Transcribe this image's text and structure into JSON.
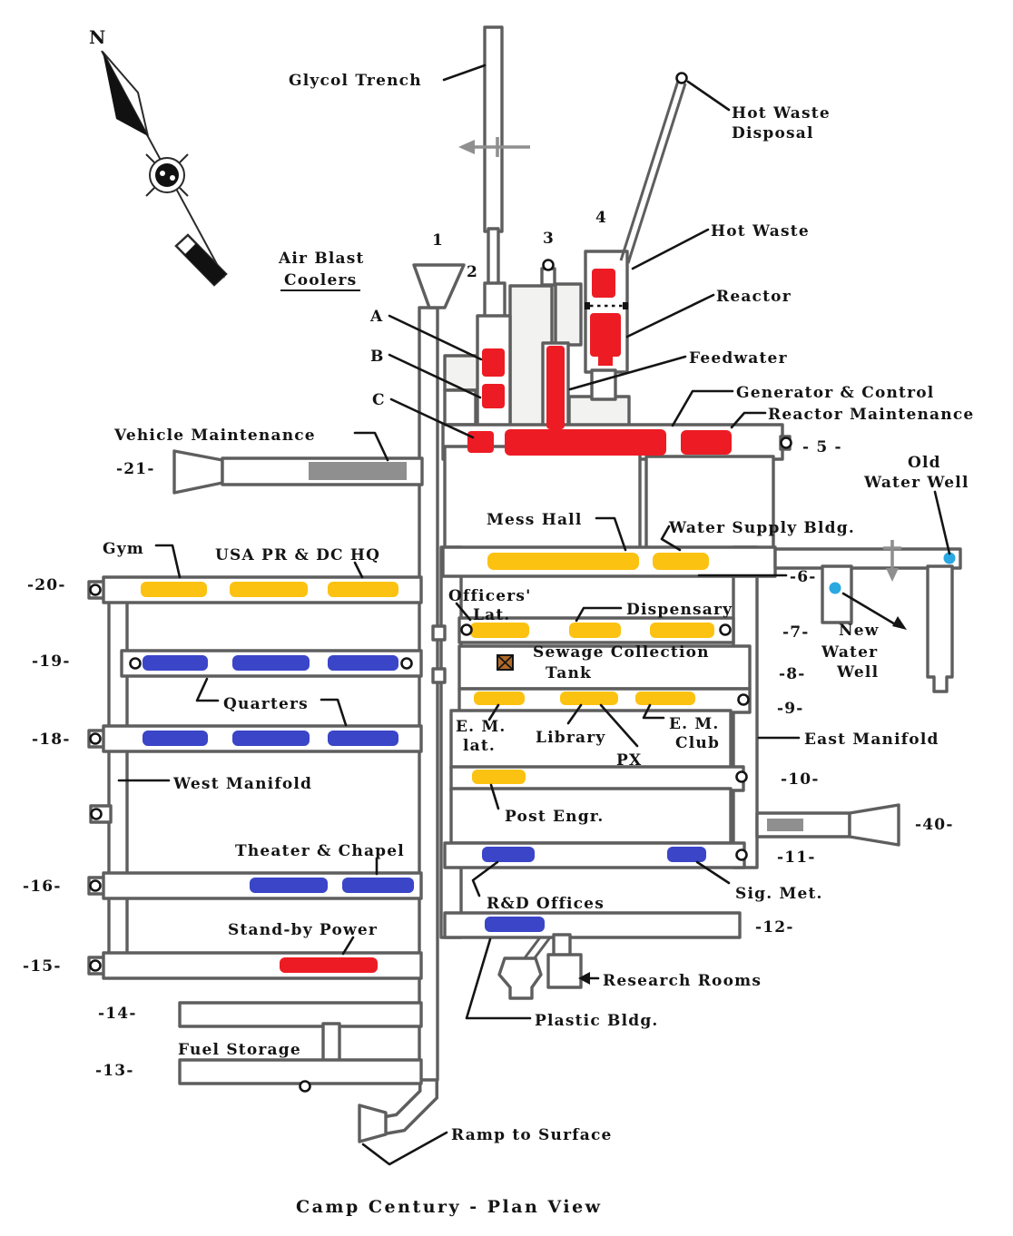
{
  "title": "Camp Century - Plan View",
  "colors": {
    "red": "#ed1c24",
    "yellow": "#fcc211",
    "blue": "#3a45c8",
    "gray": "#8f8f8f",
    "lightgray": "#f2f2f0",
    "outline": "#5e5e5e",
    "water_blue": "#29a8e2",
    "sewage_brown": "#b06a28"
  },
  "labels": {
    "north_n": "N",
    "glycol_trench": "Glycol Trench",
    "hot_waste_disposal_1": "Hot Waste",
    "hot_waste_disposal_2": "Disposal",
    "hot_waste": "Hot Waste",
    "reactor": "Reactor",
    "feedwater": "Feedwater",
    "generator_control": "Generator & Control",
    "reactor_maintenance": "Reactor Maintenance",
    "air_blast_1": "Air Blast",
    "air_blast_2": "Coolers",
    "a": "A",
    "b": "B",
    "c": "C",
    "num1": "1",
    "num2": "2",
    "num3": "3",
    "num4": "4",
    "vehicle_maintenance": "Vehicle Maintenance",
    "old_water_well_1": "Old",
    "old_water_well_2": "Water Well",
    "mess_hall": "Mess Hall",
    "water_supply": "Water Supply Bldg.",
    "gym": "Gym",
    "usa_pr_dc_hq": "USA PR & DC HQ",
    "officers_lat_1": "Officers'",
    "officers_lat_2": "Lat.",
    "dispensary": "Dispensary",
    "new_water_well_1": "New",
    "new_water_well_2": "Water",
    "new_water_well_3": "Well",
    "sewage_1": "Sewage Collection",
    "sewage_2": "Tank",
    "quarters": "Quarters",
    "em_lat_1": "E. M.",
    "em_lat_2": "lat.",
    "library": "Library",
    "px": "PX",
    "em_club_1": "E. M.",
    "em_club_2": "Club",
    "east_manifold": "East Manifold",
    "west_manifold": "West Manifold",
    "post_engr": "Post Engr.",
    "theater_chapel": "Theater & Chapel",
    "sig_met": "Sig. Met.",
    "rd_offices": "R&D Offices",
    "stand_by_power": "Stand-by Power",
    "research_rooms": "Research Rooms",
    "plastic_bldg": "Plastic Bldg.",
    "fuel_storage": "Fuel Storage",
    "ramp_to_surface": "Ramp to Surface",
    "t5": "- 5 -",
    "t6": "-6-",
    "t7": "-7-",
    "t8": "-8-",
    "t9": "-9-",
    "t10": "-10-",
    "t11": "-11-",
    "t12": "-12-",
    "t13": "-13-",
    "t14": "-14-",
    "t15": "-15-",
    "t16": "-16-",
    "t18": "-18-",
    "t19": "-19-",
    "t20": "-20-",
    "t21": "-21-",
    "t40": "-40-"
  }
}
